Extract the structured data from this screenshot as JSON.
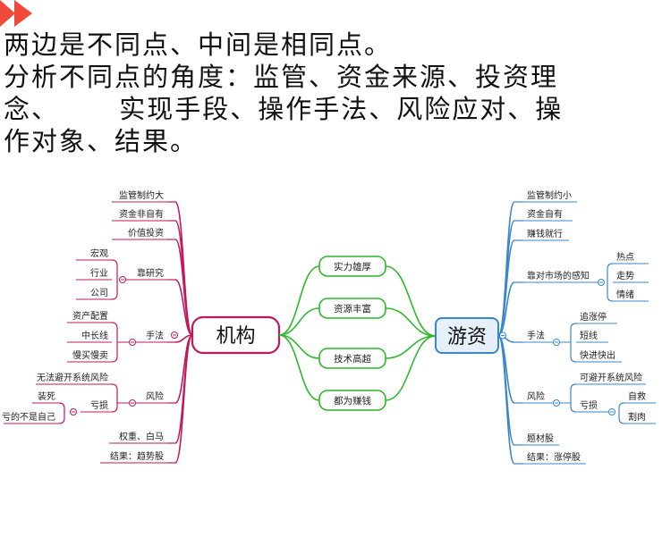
{
  "header": {
    "lines": [
      "两边是不同点、中间是相同点。",
      "分析不同点的角度：监管、资金来源、投资理",
      "念、      实现手段、操作手法、风险应对、操",
      "作对象、结果。"
    ]
  },
  "colors": {
    "institution": "#c2185b",
    "retail": "#3a86c8",
    "common": "#2cb82c",
    "corner": "#f04a3a",
    "retail_box_fill": "#e6f0fa"
  },
  "left": {
    "center": "机构",
    "branches": [
      "监管制约大",
      "资金非自有",
      "价值投资",
      "靠研究",
      "手法",
      "风险",
      "权重、白马",
      "结果：趋势股"
    ],
    "research": [
      "宏观",
      "行业",
      "公司"
    ],
    "method": [
      "资产配置",
      "中长线",
      "慢买慢卖"
    ],
    "risk": [
      "无法避开系统风险",
      "亏损"
    ],
    "risk_loss": [
      "装死",
      "亏的不是自己"
    ]
  },
  "middle": [
    "实力雄厚",
    "资源丰富",
    "技术高超",
    "都为赚钱"
  ],
  "right": {
    "center": "游资",
    "branches": [
      "监管制约小",
      "资金自有",
      "赚钱就行",
      "靠对市场的感知",
      "手法",
      "风险",
      "题材股",
      "结果：涨停股"
    ],
    "perception": [
      "热点",
      "走势",
      "情绪"
    ],
    "method": [
      "追涨停",
      "短线",
      "快进快出"
    ],
    "risk": [
      "可避开系统风险",
      "亏损"
    ],
    "risk_loss": [
      "自救",
      "割肉"
    ]
  }
}
